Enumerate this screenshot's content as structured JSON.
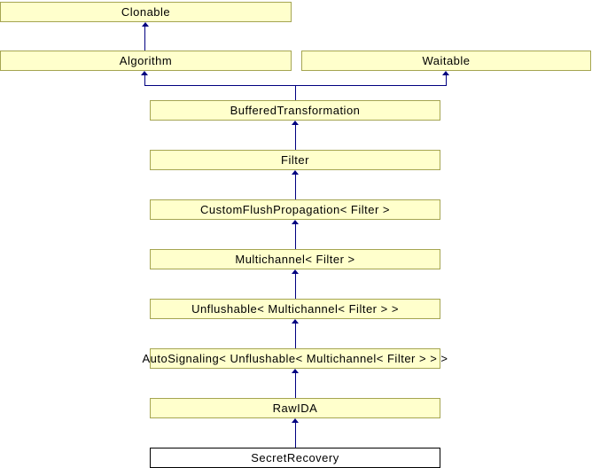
{
  "diagram": {
    "type": "class-inheritance",
    "colors": {
      "background": "#ffffff",
      "node_fill": "#ffffcc",
      "node_border": "#a5a552",
      "current_node_fill": "#ffffff",
      "current_node_border": "#000000",
      "edge_color": "#000080",
      "text_color": "#000000"
    },
    "nodes": [
      {
        "label": "Clonable"
      },
      {
        "label": "Algorithm"
      },
      {
        "label": "Waitable"
      },
      {
        "label": "BufferedTransformation"
      },
      {
        "label": "Filter"
      },
      {
        "label": "CustomFlushPropagation< Filter >"
      },
      {
        "label": "Multichannel< Filter >"
      },
      {
        "label": "Unflushable< Multichannel< Filter > >"
      },
      {
        "label": "AutoSignaling< Unflushable< Multichannel< Filter > > >"
      },
      {
        "label": "RawIDA"
      },
      {
        "label": "SecretRecovery",
        "current": true
      }
    ],
    "edges": [
      {
        "from": "Algorithm",
        "to": "Clonable"
      },
      {
        "from": "BufferedTransformation",
        "to": "Algorithm"
      },
      {
        "from": "BufferedTransformation",
        "to": "Waitable"
      },
      {
        "from": "Filter",
        "to": "BufferedTransformation"
      },
      {
        "from": "CustomFlushPropagation< Filter >",
        "to": "Filter"
      },
      {
        "from": "Multichannel< Filter >",
        "to": "CustomFlushPropagation< Filter >"
      },
      {
        "from": "Unflushable< Multichannel< Filter > >",
        "to": "Multichannel< Filter >"
      },
      {
        "from": "AutoSignaling< Unflushable< Multichannel< Filter > > >",
        "to": "Unflushable< Multichannel< Filter > >"
      },
      {
        "from": "RawIDA",
        "to": "AutoSignaling< Unflushable< Multichannel< Filter > > >"
      },
      {
        "from": "SecretRecovery",
        "to": "RawIDA"
      }
    ]
  }
}
